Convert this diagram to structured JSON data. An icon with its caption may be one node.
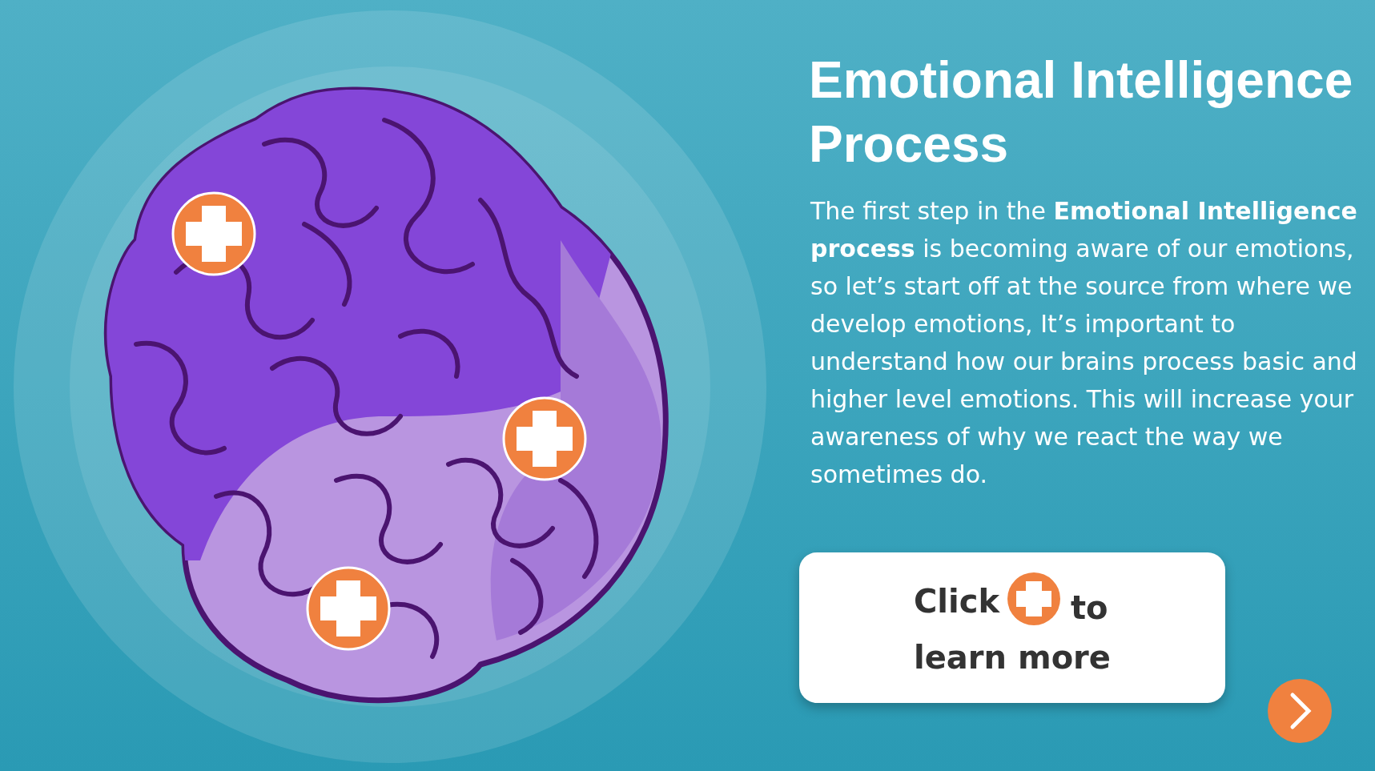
{
  "diagram": {
    "title": "Emotional Intelligence Process",
    "labels": [
      "The first step in the **Emotional Intelligence process** is becoming aware of our emotions, so let’s start off at the source from where we develop emotions, It’s important to understand how our brains process basic and higher level emotions. This will increase your awareness of why we react the way we sometimes do.",
      "Click",
      "to learn more"
    ]
  }
}
